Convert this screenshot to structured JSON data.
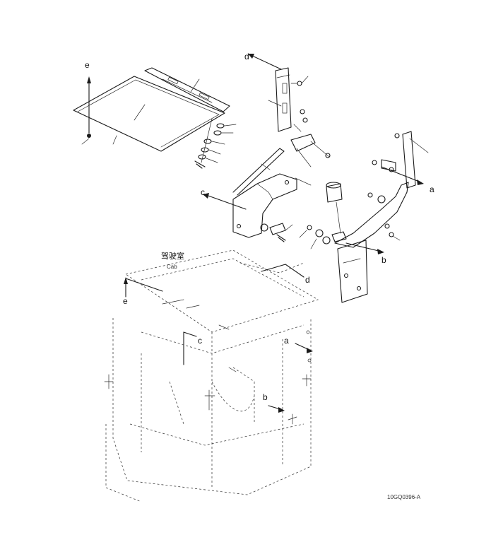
{
  "labels": {
    "a_upper": "a",
    "b_upper": "b",
    "c_upper": "c",
    "d_upper": "d",
    "e_upper": "e",
    "a_lower": "a",
    "b_lower": "b",
    "c_lower": "c",
    "d_lower": "d",
    "e_lower": "e"
  },
  "cab_label_cn": "驾驶室",
  "cab_label_en": "Cab",
  "figure_code": "10GQ0396-A"
}
